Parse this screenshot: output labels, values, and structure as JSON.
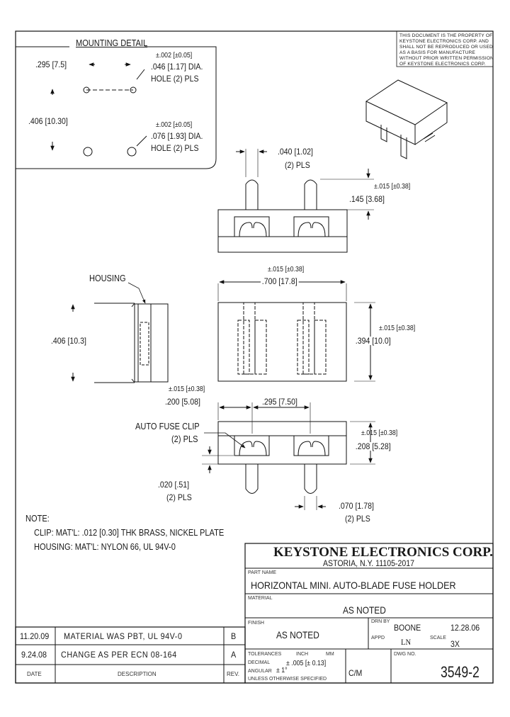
{
  "sheet": {
    "proprietary_notice": [
      "THIS DOCUMENT IS THE PROPERTY OF",
      "KEYSTONE ELECTRONICS CORP. AND",
      "SHALL NOT BE REPRODUCED OR USED",
      "AS A BASIS FOR MANUFACTURE",
      "WITHOUT PRIOR WRITTEN PERMISSION",
      "OF KEYSTONE ELECTRONICS CORP."
    ]
  },
  "mounting_detail": {
    "title": "MOUNTING DETAIL",
    "dim_spacing": ".295 [7.5]",
    "dim_height": ".406 [10.30]",
    "hole_small_tol": "±.002 [±0.05]",
    "hole_small_dia": ".046 [1.17] DIA.",
    "hole_small_qty": "HOLE (2) PLS",
    "hole_large_tol": "±.002 [±0.05]",
    "hole_large_dia": ".076 [1.93] DIA.",
    "hole_large_qty": "HOLE (2) PLS"
  },
  "top_view": {
    "clip_width": ".040 [1.02]",
    "clip_width_qty": "(2) PLS",
    "clip_height_tol": "±.015 [±0.38]",
    "clip_height": ".145 [3.68]"
  },
  "side_view": {
    "housing_label": "HOUSING",
    "height": ".406 [10.3]"
  },
  "front_view": {
    "width_tol": "±.015 [±0.38]",
    "width": ".700 [17.8]",
    "height_tol": "±.015 [±0.38]",
    "height": ".394 [10.0]"
  },
  "bottom_view": {
    "offset_tol": "±.015 [±0.38]",
    "offset": ".200 [5.08]",
    "pitch": ".295 [7.50]",
    "clip_label": "AUTO FUSE CLIP",
    "clip_qty": "(2) PLS",
    "depth_tol": "±.015 [±0.38]",
    "depth": ".208 [5.28]",
    "blade_thk": ".020 [.51]",
    "blade_thk_qty": "(2) PLS",
    "blade_width": ".070 [1.78]",
    "blade_width_qty": "(2) PLS"
  },
  "notes": {
    "heading": "NOTE:",
    "lines": [
      "CLIP: MAT'L: .012 [0.30] THK BRASS, NICKEL PLATE",
      "HOUSING: MAT'L: NYLON 66, UL 94V-0"
    ]
  },
  "title_block": {
    "company": "KEYSTONE ELECTRONICS CORP.",
    "address": "ASTORIA, N.Y. 11105-2017",
    "part_name_label": "PART NAME",
    "part_name": "HORIZONTAL MINI. AUTO-BLADE FUSE HOLDER",
    "material_label": "MATERIAL",
    "material": "AS NOTED",
    "finish_label": "FINISH",
    "finish": "AS NOTED",
    "drawn_by_label": "DRN BY",
    "drawn_by": "BOONE",
    "date": "12.28.06",
    "approved_label": "APPD",
    "approved": "LN",
    "scale_label": "SCALE",
    "scale": "3X",
    "tolerances_label": "TOLERANCES",
    "inch_label": "INCH",
    "mm_label": "MM",
    "decimal_label": "DECIMAL",
    "decimal_tol": "± .005 [± 0.13]",
    "angular_label": "ANGULAR",
    "angular_tol": "± 1°",
    "unless_label": "UNLESS OTHERWISE SPECIFIED",
    "cm": "C/M",
    "dwg_no_label": "DWG NO.",
    "dwg_no": "3549-2"
  },
  "revisions": {
    "rows": [
      {
        "date": "11.20.09",
        "description": "MATERIAL WAS PBT, UL 94V-0",
        "rev": "B"
      },
      {
        "date": "9.24.08",
        "description": "CHANGE AS PER ECN 08-164",
        "rev": "A"
      }
    ],
    "headers": {
      "date": "DATE",
      "description": "DESCRIPTION",
      "rev": "REV."
    }
  }
}
